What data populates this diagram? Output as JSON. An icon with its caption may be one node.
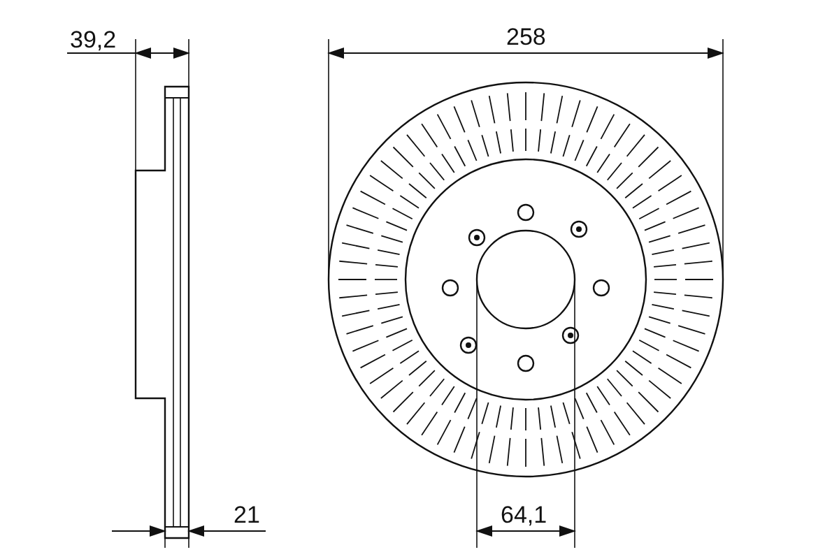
{
  "diagram": {
    "labels": [
      "39,2",
      "258",
      "21",
      "64,1"
    ]
  }
}
